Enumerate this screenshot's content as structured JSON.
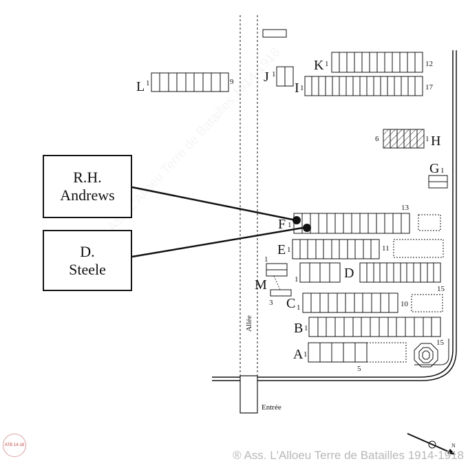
{
  "callouts": [
    {
      "line1": "R.H.",
      "line2": "Andrews"
    },
    {
      "line1": "D.",
      "line2": "Steele"
    }
  ],
  "labels": {
    "allee": "Allée",
    "entree": "Entrée",
    "north": "N",
    "footer": "® Ass. L'Alloeu Terre de Batailles 1914-1918",
    "watermark": "® Ass. L'Alloeu Terre de Batailles 1914-1918",
    "logo": "ATB 14-18"
  },
  "plots": {
    "L": {
      "name": "L",
      "start": "1",
      "end": "9"
    },
    "J": {
      "name": "J",
      "start": "1"
    },
    "K": {
      "name": "K",
      "start": "1",
      "end": "12"
    },
    "I": {
      "name": "I",
      "start": "1",
      "end": "17"
    },
    "H": {
      "name": "H",
      "start": "1",
      "end": "6"
    },
    "G": {
      "name": "G",
      "start": "1"
    },
    "F": {
      "name": "F",
      "start": "1",
      "end": "13"
    },
    "E": {
      "name": "E",
      "start": "1",
      "end": "11"
    },
    "D": {
      "name": "D",
      "start": "1",
      "end": "15"
    },
    "M": {
      "name": "M",
      "start": "1",
      "end": "3"
    },
    "C": {
      "name": "C",
      "start": "1",
      "end": "10"
    },
    "B": {
      "name": "B",
      "start": "1",
      "end": "15"
    },
    "A": {
      "name": "A",
      "start": "1",
      "end": "5"
    }
  },
  "colors": {
    "line": "#111111",
    "hatch": "#111111",
    "watermark": "#b8b8b8"
  }
}
